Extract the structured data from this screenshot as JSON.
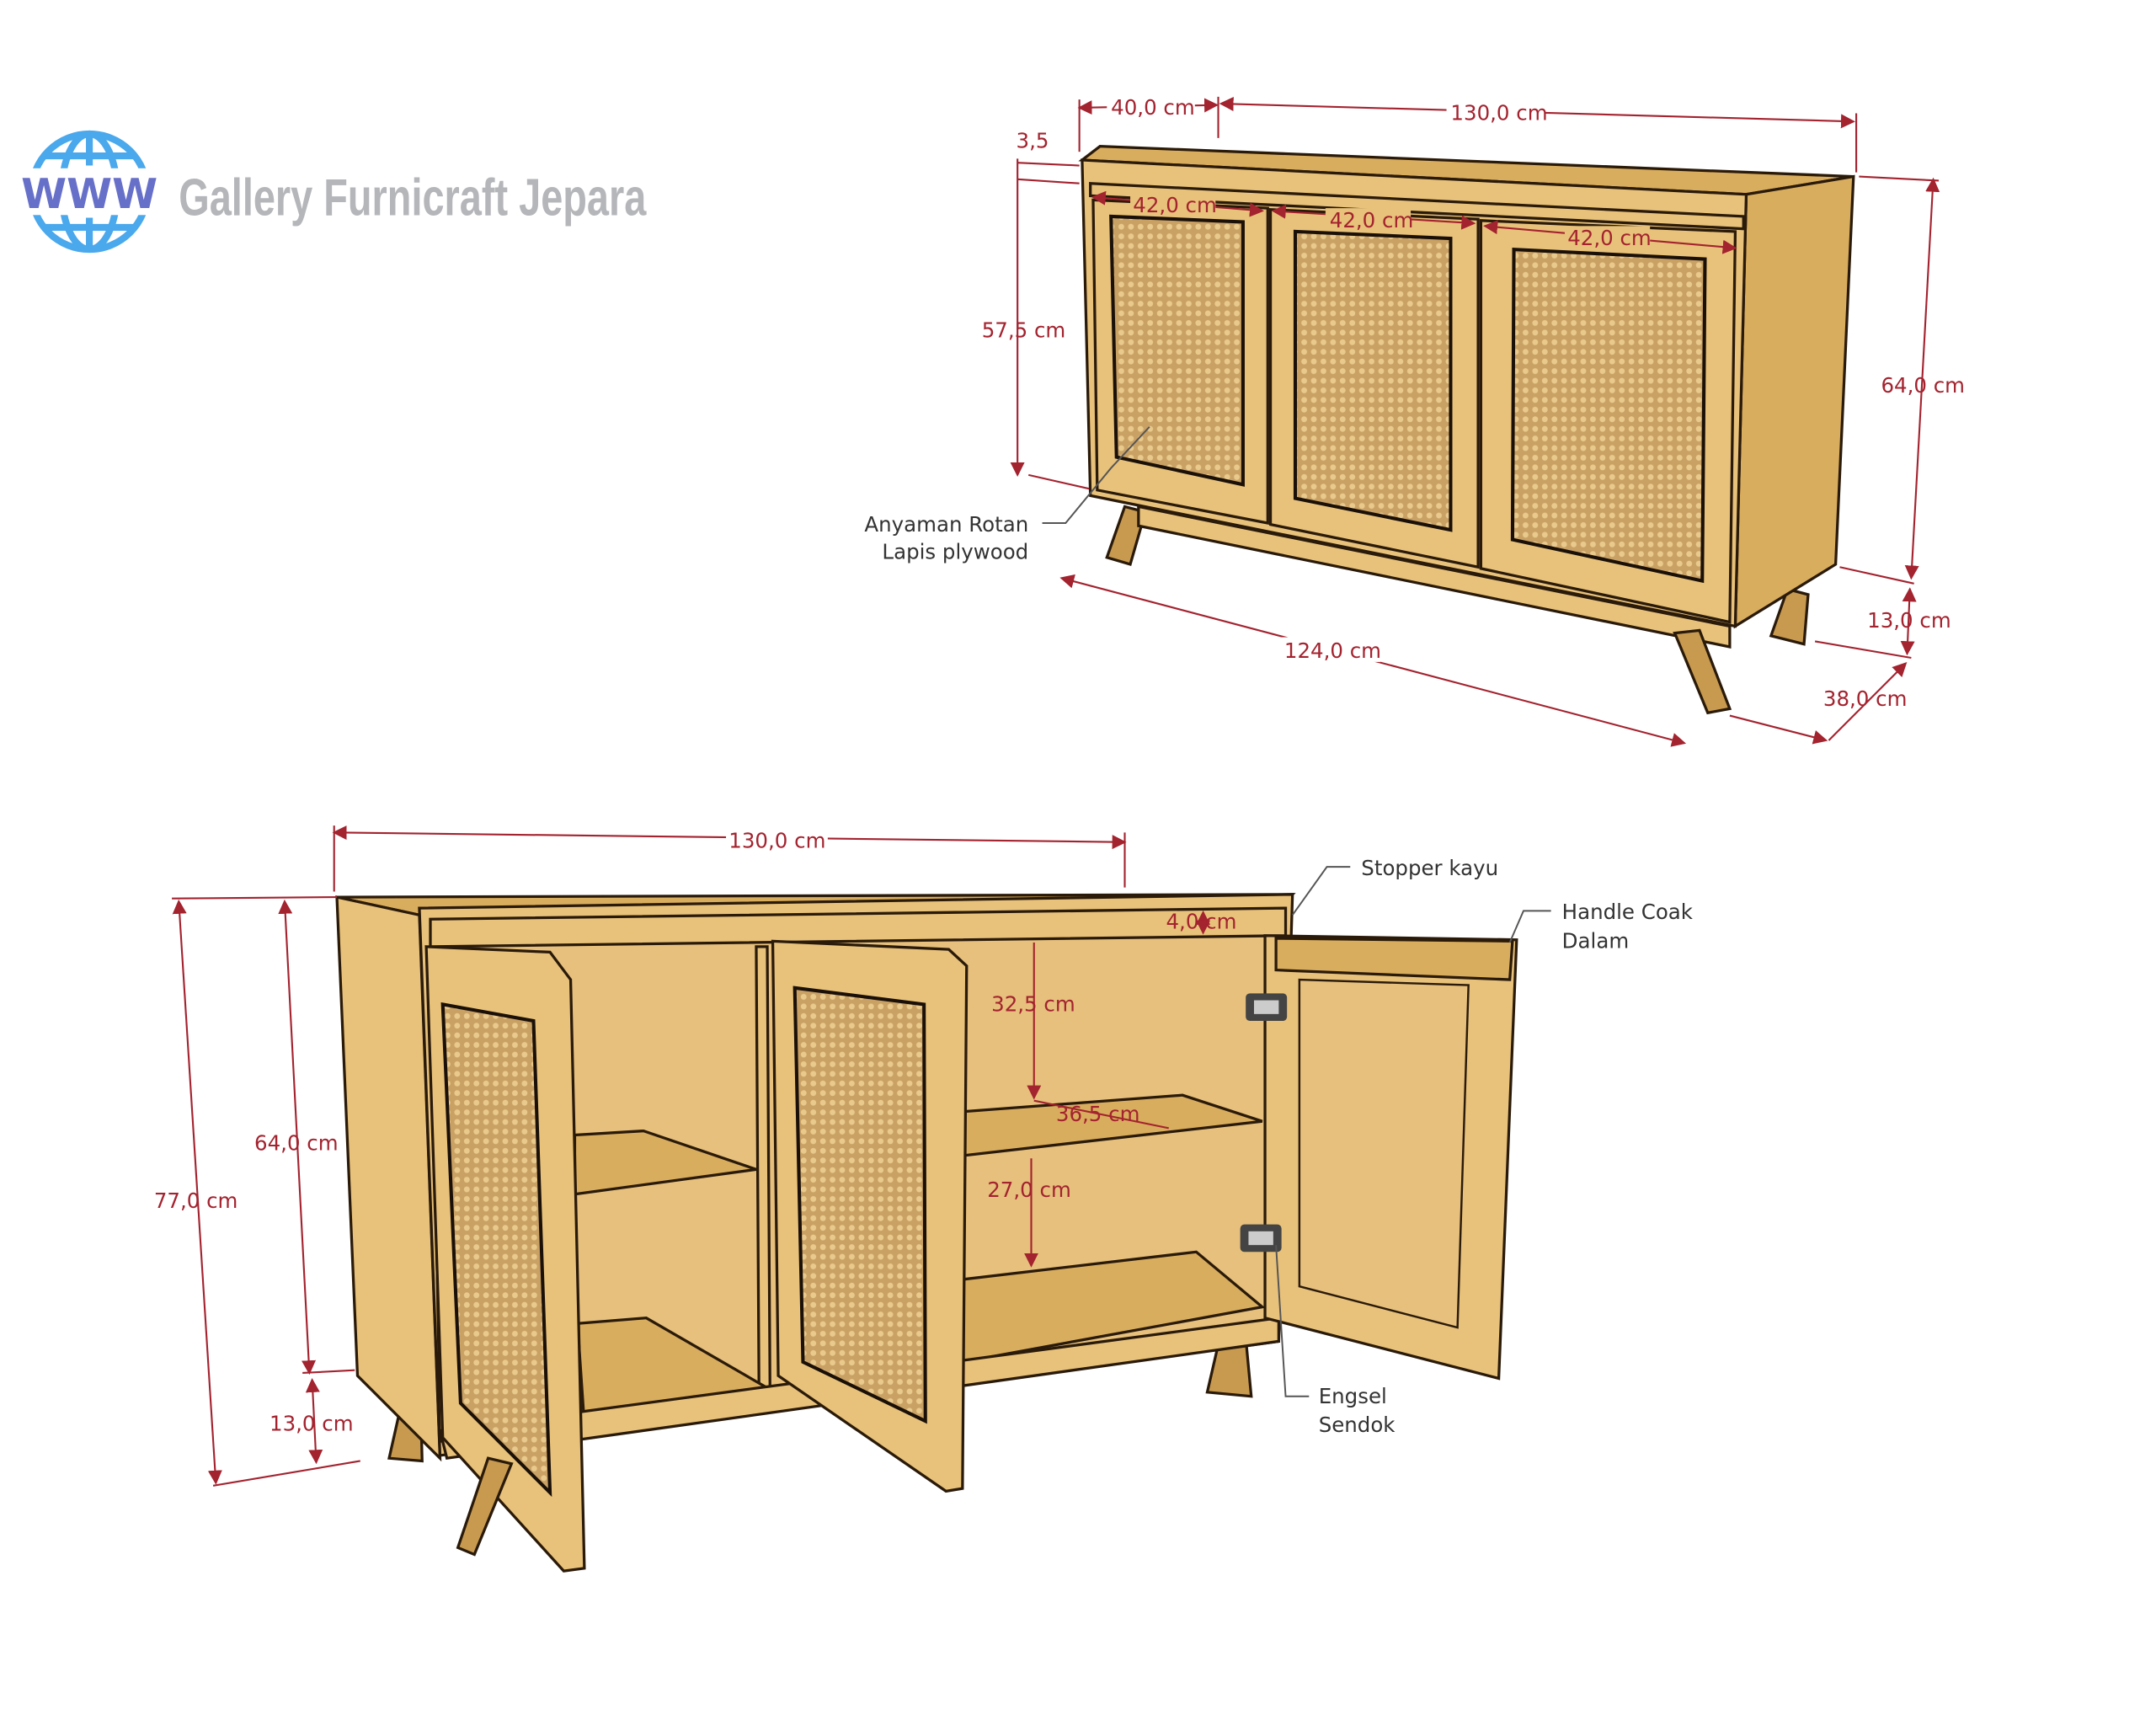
{
  "logo": {
    "globe_text": "WWW",
    "brand": "Gallery Furnicraft Jepara"
  },
  "colors": {
    "dimension": "#a3232f",
    "wood": "#e8c27a",
    "globe": "#4aa8ec",
    "brand_text": "#b5b6ba"
  },
  "closed_view": {
    "depth_top": "40,0 cm",
    "width_top": "130,0 cm",
    "top_thickness": "3,5",
    "door_widths": [
      "42,0 cm",
      "42,0 cm",
      "42,0 cm"
    ],
    "body_front_height": "57,5 cm",
    "body_height": "64,0 cm",
    "leg_height": "13,0 cm",
    "base_width": "124,0 cm",
    "base_depth": "38,0 cm",
    "note_rattan": [
      "Anyaman Rotan",
      "Lapis plywood"
    ]
  },
  "open_view": {
    "width": "130,0 cm",
    "total_height": "77,0 cm",
    "body_height": "64,0 cm",
    "leg_height": "13,0 cm",
    "stopper_gap": "4,0 cm",
    "upper_space": "32,5 cm",
    "shelf_depth": "36,5 cm",
    "lower_space": "27,0 cm",
    "note_stopper": "Stopper kayu",
    "note_handle": [
      "Handle Coak",
      "Dalam"
    ],
    "note_hinge": [
      "Engsel",
      "Sendok"
    ]
  }
}
